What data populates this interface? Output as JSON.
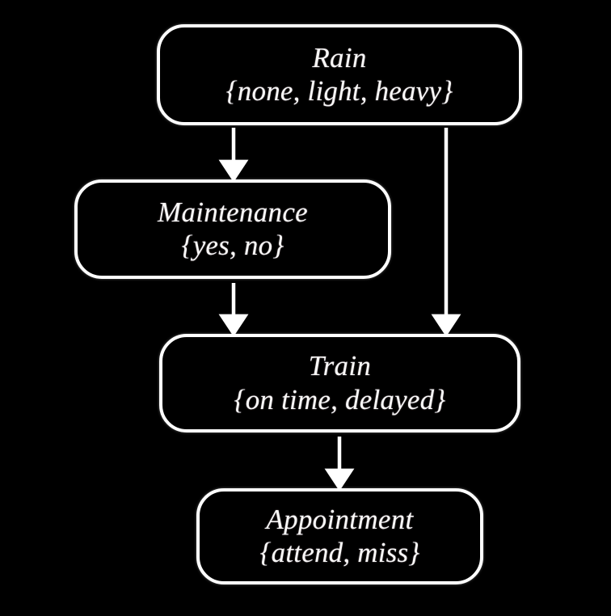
{
  "diagram": {
    "type": "bayesian-network",
    "background_color": "#000000",
    "node_border_color": "#ffffff",
    "text_color": "#fbf9f7",
    "edge_color": "#ffffff",
    "nodes": [
      {
        "id": "rain",
        "name": "Rain",
        "values": "{none, light, heavy}"
      },
      {
        "id": "maintenance",
        "name": "Maintenance",
        "values": "{yes, no}"
      },
      {
        "id": "train",
        "name": "Train",
        "values": "{on time, delayed}"
      },
      {
        "id": "appointment",
        "name": "Appointment",
        "values": "{attend, miss}"
      }
    ],
    "edges": [
      {
        "from": "rain",
        "to": "maintenance"
      },
      {
        "from": "rain",
        "to": "train"
      },
      {
        "from": "maintenance",
        "to": "train"
      },
      {
        "from": "train",
        "to": "appointment"
      }
    ]
  }
}
